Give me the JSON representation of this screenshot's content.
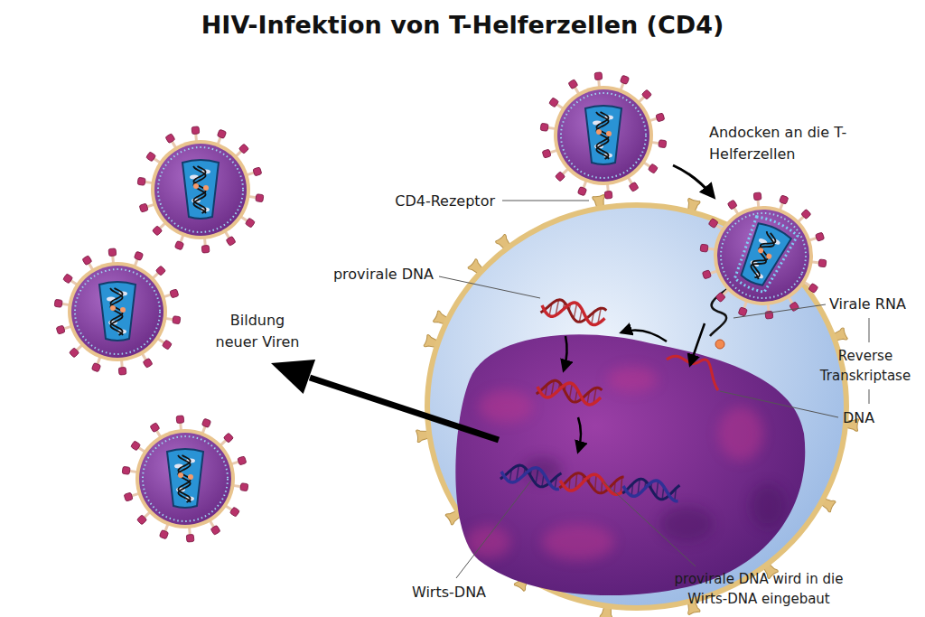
{
  "diagram": {
    "title": "HIV-Infektion von T-Helferzellen (CD4)",
    "labels": [
      "Andocken an die T-Helferzellen",
      "CD4-Rezeptor",
      "provirale DNA",
      "Virale RNA",
      "Reverse Transkriptase",
      "DNA",
      "Bildung neuer Viren",
      "Wirts-DNA",
      "provirale DNA wird in die Wirts-DNA eingebaut"
    ]
  }
}
